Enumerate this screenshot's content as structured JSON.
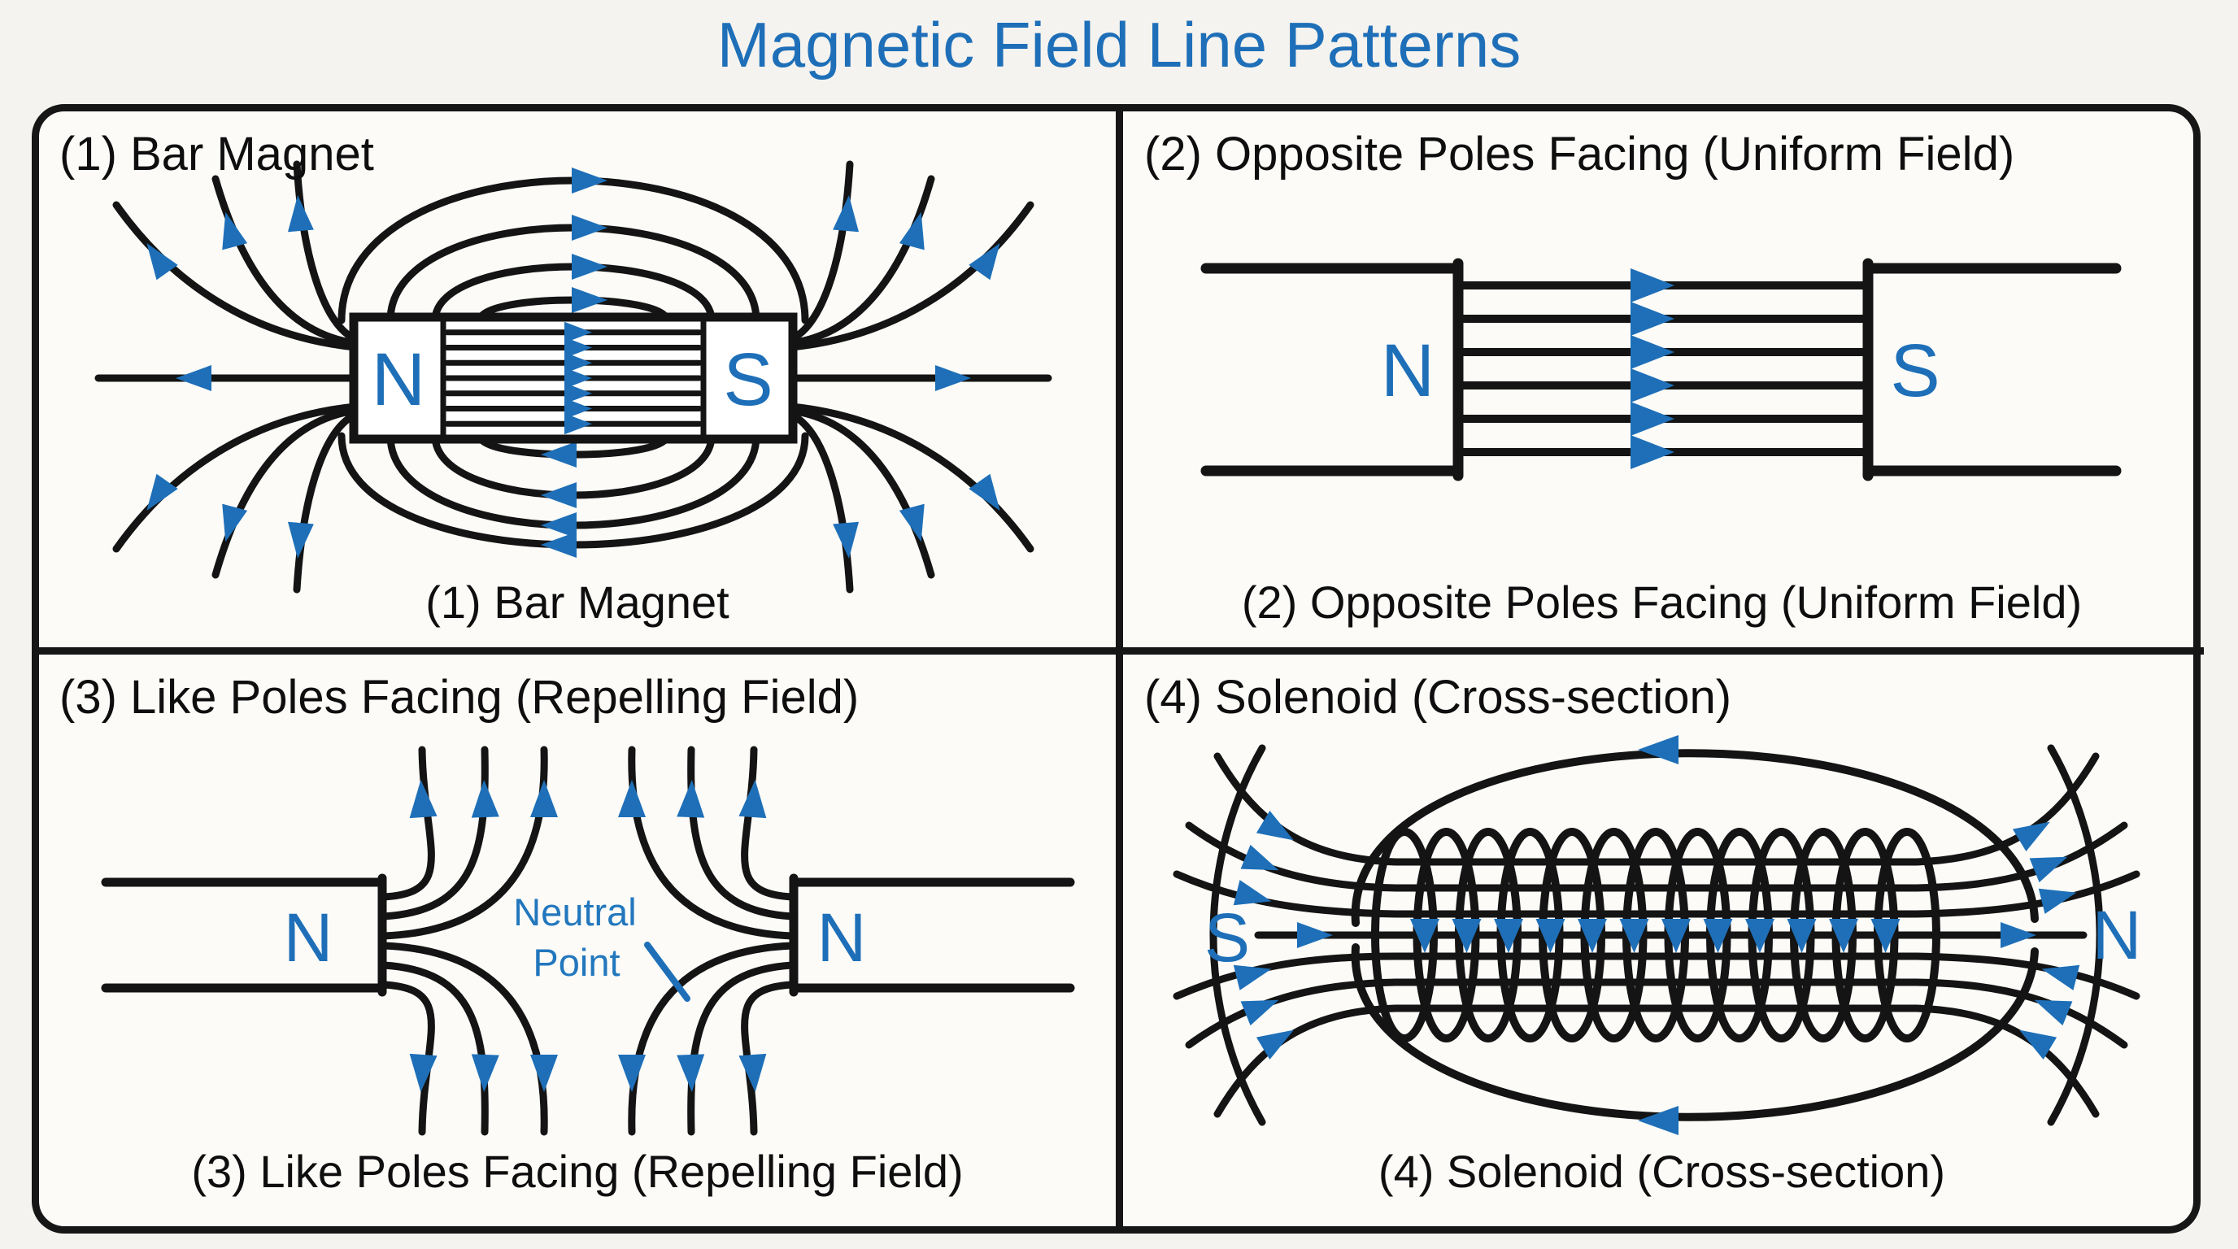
{
  "title": "Magnetic Field Line Patterns",
  "colors": {
    "accent_blue": "#1e6fb8",
    "line_black": "#141414",
    "panel_background": "#fcfbf8"
  },
  "panels": [
    {
      "heading": "(1) Bar Magnet",
      "caption": "(1) Bar Magnet",
      "left_pole": "N",
      "right_pole": "S"
    },
    {
      "heading": "(2) Opposite Poles Facing (Uniform Field)",
      "caption": "(2) Opposite Poles Facing (Uniform Field)",
      "left_pole": "N",
      "right_pole": "S"
    },
    {
      "heading": "(3) Like Poles Facing (Repelling Field)",
      "caption": "(3) Like Poles Facing (Repelling Field)",
      "left_pole": "N",
      "right_pole": "N",
      "annotation_line1": "Neutral",
      "annotation_line2": "Point"
    },
    {
      "heading": "(4) Solenoid (Cross-section)",
      "caption": "(4) Solenoid (Cross-section)",
      "left_pole": "S",
      "right_pole": "N"
    }
  ]
}
